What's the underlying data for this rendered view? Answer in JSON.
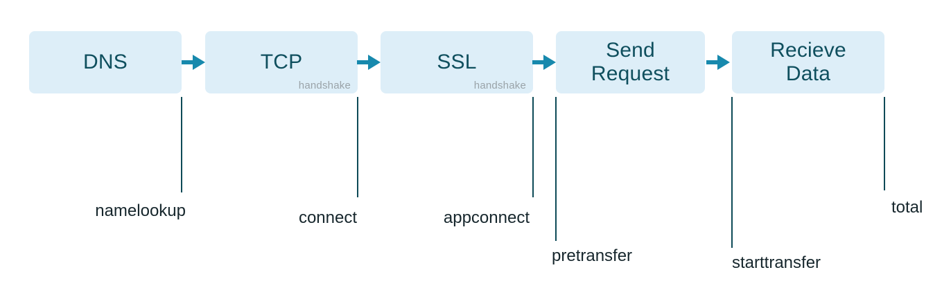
{
  "diagram": {
    "title": "request-timing-phases",
    "stages": [
      {
        "label": "DNS",
        "sublabel": ""
      },
      {
        "label": "TCP",
        "sublabel": "handshake"
      },
      {
        "label": "SSL",
        "sublabel": "handshake"
      },
      {
        "label": "Send Request",
        "sublabel": ""
      },
      {
        "label": "Recieve Data",
        "sublabel": ""
      }
    ],
    "milestones": [
      {
        "label": "namelookup"
      },
      {
        "label": "connect"
      },
      {
        "label": "appconnect"
      },
      {
        "label": "pretransfer"
      },
      {
        "label": "starttransfer"
      },
      {
        "label": "total"
      }
    ],
    "colors": {
      "box_bg": "#ddeef8",
      "box_text": "#0f4f5e",
      "arrow": "#1789ad",
      "line": "#0d4a57",
      "milestone_text": "#16262c",
      "sublabel_text": "#9aa3a8",
      "background": "#ffffff"
    }
  }
}
